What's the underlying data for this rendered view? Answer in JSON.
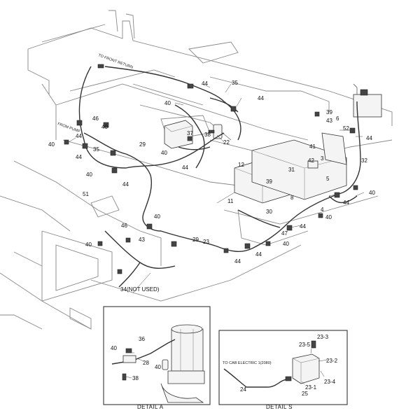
{
  "callouts": [
    "35",
    "44",
    "40",
    "44",
    "46",
    "40",
    "37",
    "38",
    "39",
    "43",
    "6",
    "52",
    "44",
    "40",
    "44",
    "41",
    "29",
    "40",
    "22",
    "44",
    "35",
    "40",
    "44",
    "44",
    "42",
    "3",
    "32",
    "12",
    "5",
    "51",
    "39",
    "31",
    "8",
    "44",
    "40",
    "11",
    "4",
    "30",
    "40",
    "46",
    "43",
    "40",
    "44",
    "40",
    "47",
    "29",
    "23",
    "40",
    "44",
    "34(NOT USED)",
    "44",
    "40",
    "36",
    "28",
    "40",
    "38",
    "23-3",
    "23-5",
    "23-2",
    "23-4",
    "23-1",
    "25",
    "24"
  ],
  "notes": {
    "front": "TO FRONT RETURN",
    "from_pump": "FROM PUMP"
  },
  "detail_a": {
    "title": "DETAIL A"
  },
  "detail_s": {
    "title": "DETAIL S",
    "note": "TO CAB ELECTRIC 1(2080)"
  }
}
